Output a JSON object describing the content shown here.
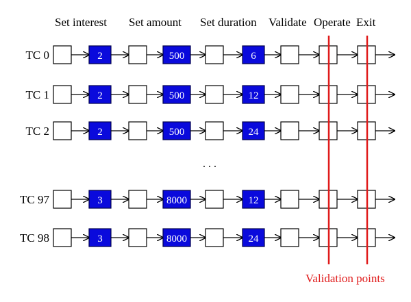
{
  "headers": [
    "Set interest",
    "Set amount",
    "Set duration",
    "Validate",
    "Operate",
    "Exit"
  ],
  "rows": [
    {
      "label": "TC 0",
      "interest": "2",
      "amount": "500",
      "duration": "6"
    },
    {
      "label": "TC 1",
      "interest": "2",
      "amount": "500",
      "duration": "12"
    },
    {
      "label": "TC 2",
      "interest": "2",
      "amount": "500",
      "duration": "24"
    },
    {
      "label": "TC 97",
      "interest": "3",
      "amount": "8000",
      "duration": "12"
    },
    {
      "label": "TC 98",
      "interest": "3",
      "amount": "8000",
      "duration": "24"
    }
  ],
  "ellipsis": ". . .",
  "validation_label": "Validation points",
  "colors": {
    "value_box_fill": "#0a0adc",
    "value_text": "#ffffff",
    "validation_line": "#e01b1b",
    "validation_text": "#e01b1b",
    "box_stroke": "#000000"
  }
}
